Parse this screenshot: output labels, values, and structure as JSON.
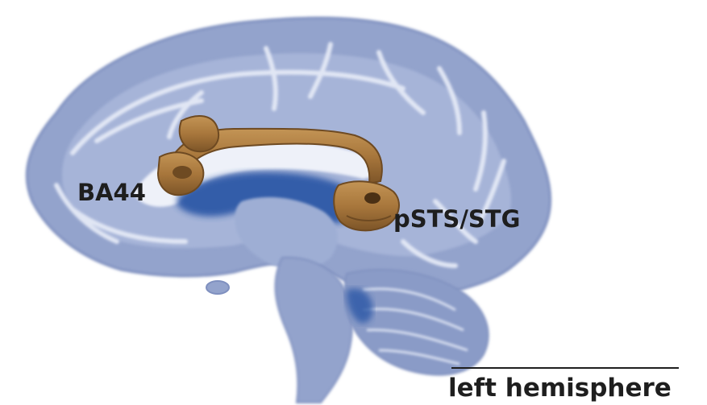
{
  "labels": {
    "ba44": "BA44",
    "psts": "pSTS/STG",
    "hemisphere": "left hemisphere"
  },
  "colors": {
    "tissue": "#93a3cc",
    "tissue_light": "#b7c3e0",
    "sulcus": "#e8ecf7",
    "ventricle": "#2c56a6",
    "tract": "#a8773c",
    "tract_dark": "#6e4a22",
    "text": "#1e1e1e"
  }
}
